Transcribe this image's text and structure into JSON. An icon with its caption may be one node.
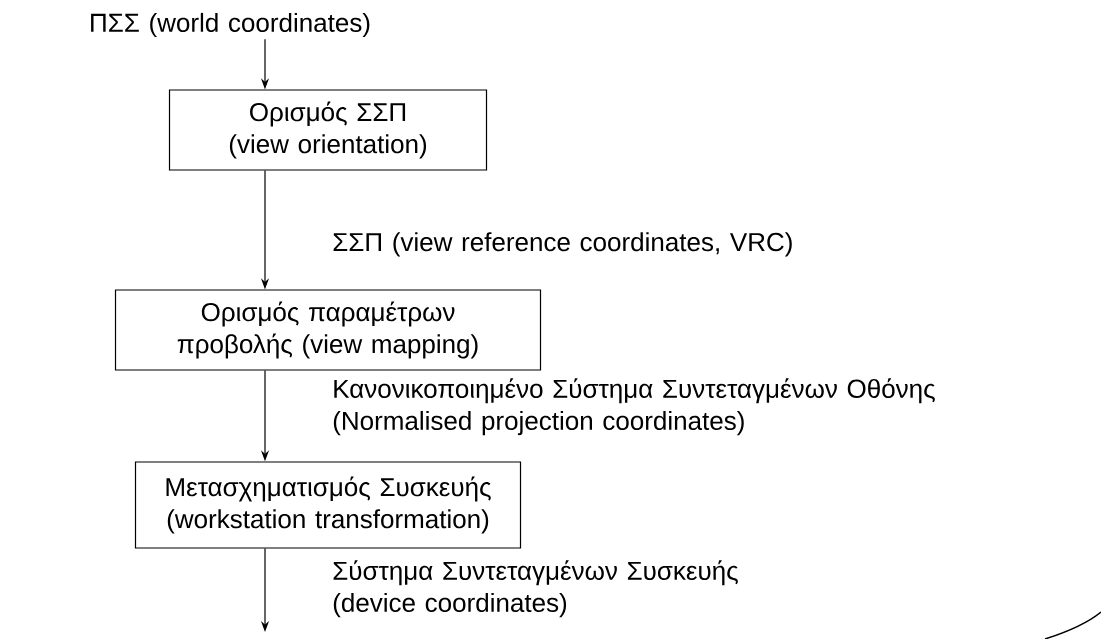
{
  "diagram": {
    "nodes": [
      {
        "text": [
          "ΠΣΣ (world coordinates)"
        ]
      },
      {
        "text": [
          "Ορισμός ΣΣΠ (view orientation)"
        ]
      },
      {
        "text": [
          "Ορισμός παραμέτρων προβολής (view mapping)"
        ]
      },
      {
        "text": [
          "Μετασχηματισμός Συσκευής (workstation transformation)"
        ]
      }
    ],
    "edges": [
      {
        "from": 0,
        "to": 1,
        "arrow": "to"
      },
      {
        "from": 1,
        "to": 2,
        "arrow": "to",
        "label": "ΣΣΠ (view reference coordinates, VRC)"
      },
      {
        "from": 2,
        "to": 3,
        "arrow": "to",
        "label": "Κανονικοποιημένο Σύστημα Συντεταγμένων Οθόνης (Normalised projection coordinates)"
      },
      {
        "from": 3,
        "to": null,
        "arrow": "to",
        "label": "Σύστημα Συντεταγμένων Συσκευής (device coordinates)"
      }
    ]
  }
}
